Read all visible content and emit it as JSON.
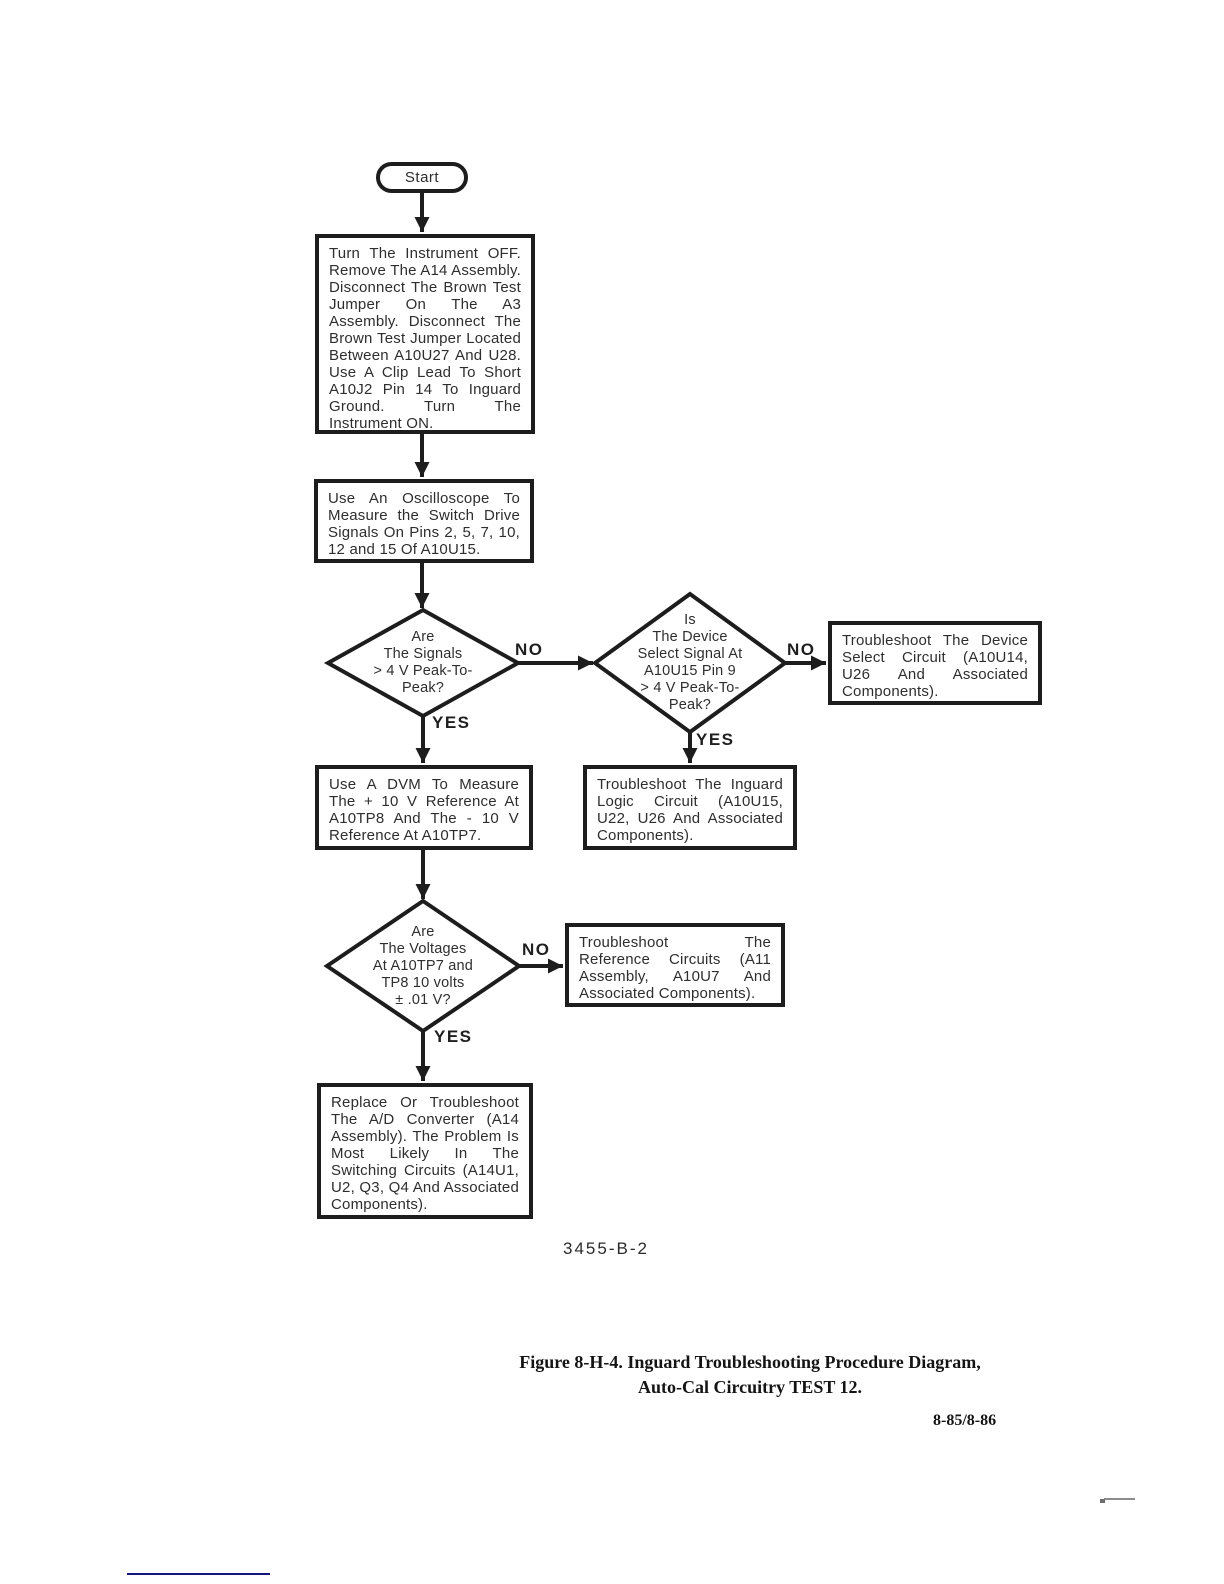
{
  "flowchart": {
    "start_label": "Start",
    "nodes": {
      "setup_box": "Turn The Instrument OFF. Remove The A14 Assembly. Disconnect The Brown Test Jumper On The A3 Assembly. Disconnect The Brown Test Jumper Located Between A10U27 And U28. Use A Clip Lead To Short A10J2 Pin 14 To Inguard Ground. Turn The Instrument ON.",
      "oscilloscope_box": "Use An Oscilloscope To Measure the Switch Drive Signals On Pins 2, 5, 7, 10, 12 and 15 Of A10U15.",
      "signals_diamond": "Are\nThe Signals\n> 4 V Peak-To-\nPeak?",
      "device_select_diamond": "Is\nThe Device\nSelect Signal At\nA10U15 Pin 9\n> 4 V Peak-To-\nPeak?",
      "device_select_box": "Troubleshoot The Device Select Circuit (A10U14, U26 And Associated Components).",
      "inguard_logic_box": "Troubleshoot The Inguard Logic Circuit (A10U15, U22, U26 And Associated Components).",
      "dvm_box": "Use A DVM To Measure The + 10 V Reference At A10TP8 And The - 10 V Reference At A10TP7.",
      "voltages_diamond": "Are\nThe Voltages\nAt A10TP7 and\nTP8 10 volts\n± .01 V?",
      "reference_box": "Troubleshoot The Reference Circuits (A11 Assembly, A10U7 And Associated Components).",
      "replace_box": "Replace Or Troubleshoot The A/D Converter (A14 Assembly). The Problem Is Most Likely In The Switching Circuits (A14U1, U2, Q3, Q4 And Associated Components)."
    },
    "branch_labels": {
      "signals_no": "NO",
      "signals_yes": "YES",
      "device_no": "NO",
      "device_yes": "YES",
      "voltages_no": "NO",
      "voltages_yes": "YES"
    },
    "colors": {
      "ink": "#1d1d1d",
      "accent_blue": "#15157e"
    }
  },
  "figure": {
    "code": "3455-B-2",
    "caption_line1": "Figure 8-H-4.  Inguard Troubleshooting Procedure Diagram,",
    "caption_line2": "Auto-Cal Circuitry TEST 12.",
    "page_number": "8-85/8-86"
  }
}
